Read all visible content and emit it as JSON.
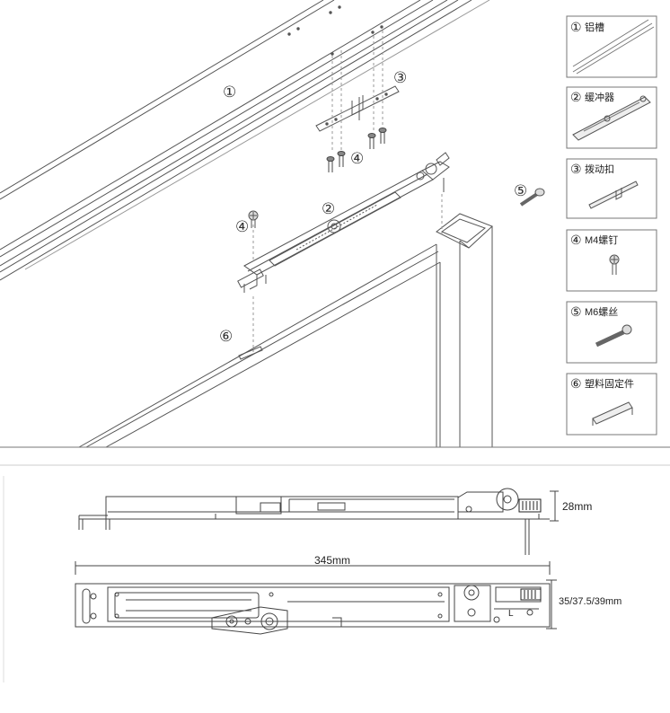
{
  "callouts": {
    "c1": "①",
    "c2": "②",
    "c3": "③",
    "c4a": "④",
    "c4b": "④",
    "c5": "⑤",
    "c6": "⑥"
  },
  "legend": [
    {
      "num": "①",
      "label": "铝槽"
    },
    {
      "num": "②",
      "label": "缓冲器"
    },
    {
      "num": "③",
      "label": "拨动扣"
    },
    {
      "num": "④",
      "label": "M4螺钉"
    },
    {
      "num": "⑤",
      "label": "M6螺丝"
    },
    {
      "num": "⑥",
      "label": "塑料固定件"
    }
  ],
  "dimensions": {
    "height": "28mm",
    "length": "345mm",
    "width": "35/37.5/39mm",
    "marker": "L"
  }
}
